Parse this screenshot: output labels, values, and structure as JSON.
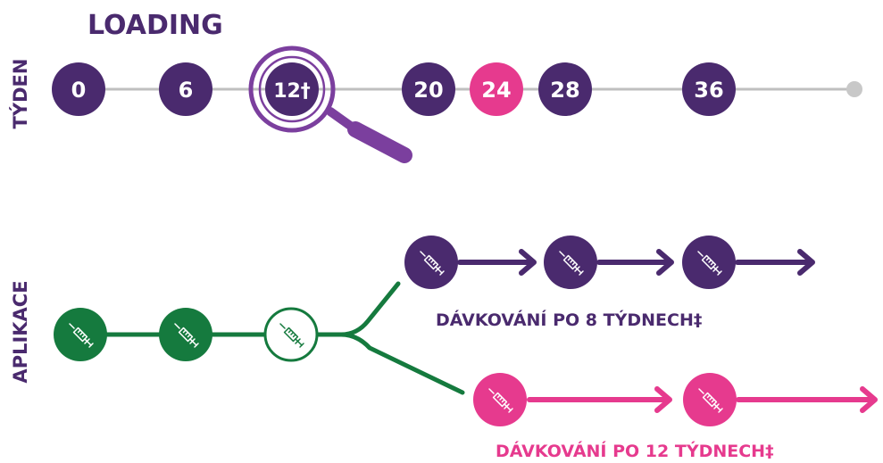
{
  "loading_label": "LOADING",
  "week_axis_label": "TÝDEN",
  "application_axis_label": "APLIKACE",
  "weeks": [
    {
      "label": "0",
      "color": "purple"
    },
    {
      "label": "6",
      "color": "purple"
    },
    {
      "label": "12†",
      "color": "purple",
      "highlighted": true
    },
    {
      "label": "20",
      "color": "purple"
    },
    {
      "label": "24",
      "color": "pink"
    },
    {
      "label": "28",
      "color": "purple"
    },
    {
      "label": "36",
      "color": "purple"
    }
  ],
  "branches": {
    "every_8_weeks": {
      "label": "DÁVKOVÁNÍ PO 8 TÝDNECH‡",
      "injections": 3,
      "color": "purple"
    },
    "every_12_weeks": {
      "label": "DÁVKOVÁNÍ PO 12 TÝDNECH‡",
      "injections": 2,
      "color": "pink"
    }
  },
  "loading_injections": 3,
  "icons": {
    "injection": "syringe-icon",
    "magnifier": "magnifier-icon"
  },
  "colors": {
    "purple": "#4a2a6e",
    "pink": "#e63a8e",
    "green": "#157a3e",
    "magnifier": "#7b3f9e",
    "timeline": "#bfbfbf",
    "end_dot": "#c8c8c8"
  }
}
